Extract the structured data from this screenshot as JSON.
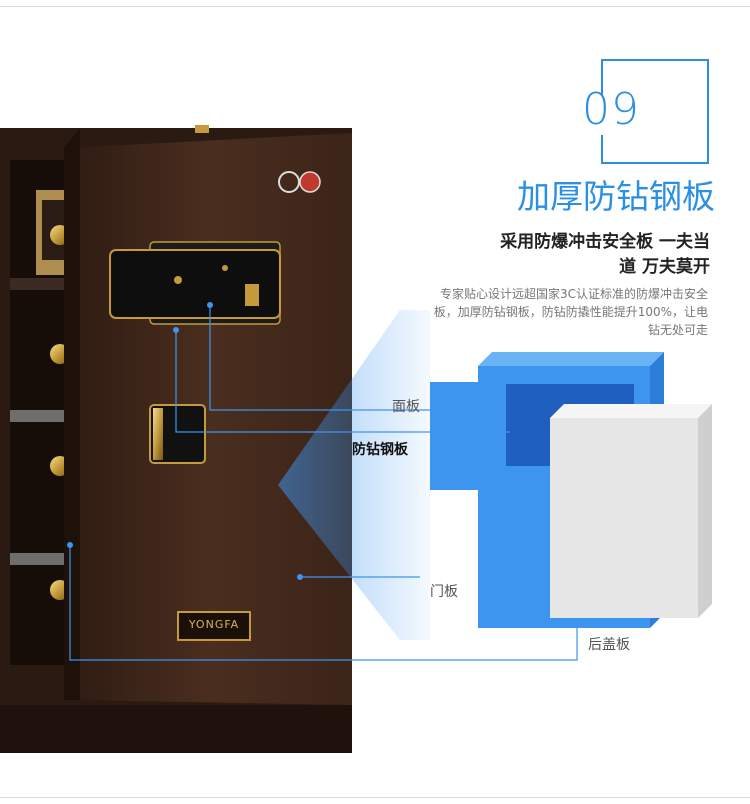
{
  "section_number": "09",
  "title": "加厚防钻钢板",
  "subtitle_line1": "采用防爆冲击安全板  一夫当",
  "subtitle_line2": "道 万夫莫开",
  "description": "专家贴心设计远超国家3C认证标准的防爆冲击安全板，加厚防钻钢板，防钻防撬性能提升100%，让电钻无处可走",
  "labels": {
    "panel": "面板",
    "drill_plate": "防钻钢板",
    "door_plate": "门板",
    "back_cover": "后盖板"
  },
  "brand_plate": "YONGFA",
  "colors": {
    "accent": "#2b8fe3",
    "safe_body": "#3a2418",
    "layer_blue": "#3d95f0",
    "layer_dark": "#1f5fc0"
  }
}
